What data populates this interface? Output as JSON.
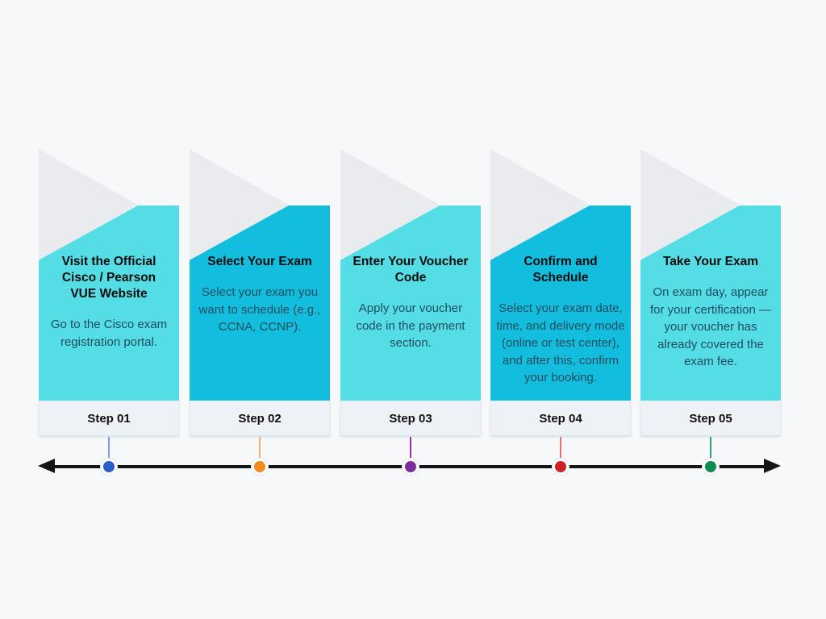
{
  "page": {
    "background_color": "#f7f8fa",
    "decoration_triangle_color": "#e9ebee"
  },
  "timeline": {
    "line_color": "#151515",
    "arrow_color": "#151515"
  },
  "steps": [
    {
      "label": "Step 01",
      "title": "Visit the Official Cisco / Pearson VUE Website",
      "description": "Go to the Cisco exam registration portal.",
      "card_color": "#55dde6",
      "dot_color": "#2a5fc8",
      "connector_color": "#7d9fe3"
    },
    {
      "label": "Step 02",
      "title": "Select Your Exam",
      "description": "Select your exam you want to schedule (e.g., CCNA, CCNP).",
      "card_color": "#13bdde",
      "dot_color": "#ef8c1d",
      "connector_color": "#f5b26f"
    },
    {
      "label": "Step 03",
      "title": "Enter Your Voucher Code",
      "description": "Apply your voucher code in the payment section.",
      "card_color": "#55dde6",
      "dot_color": "#7b2d9b",
      "connector_color": "#9c2fae"
    },
    {
      "label": "Step 04",
      "title": "Confirm and Schedule",
      "description": "Select your exam date, time, and delivery mode (online or test center), and after this, confirm your booking.",
      "card_color": "#13bdde",
      "dot_color": "#cb2127",
      "connector_color": "#ec6f6f"
    },
    {
      "label": "Step 05",
      "title": "Take Your Exam",
      "description": "On exam day, appear for your certification — your voucher has already covered the exam fee.",
      "card_color": "#55dde6",
      "dot_color": "#0c8b4e",
      "connector_color": "#339b71"
    }
  ]
}
